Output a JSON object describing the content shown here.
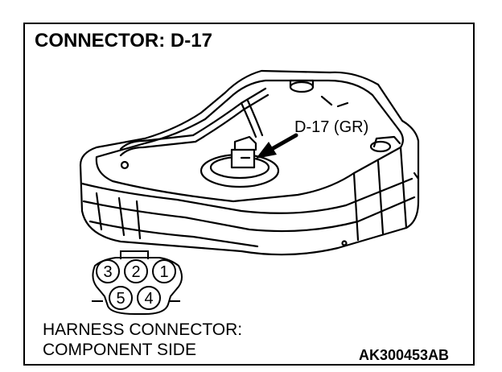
{
  "title": "CONNECTOR: D-17",
  "callout_label": "D-17 (GR)",
  "pins_top": [
    "3",
    "2",
    "1"
  ],
  "pins_bottom": [
    "5",
    "4"
  ],
  "harness_line1": "HARNESS CONNECTOR:",
  "harness_line2": "COMPONENT SIDE",
  "figure_code": "AK300453AB"
}
